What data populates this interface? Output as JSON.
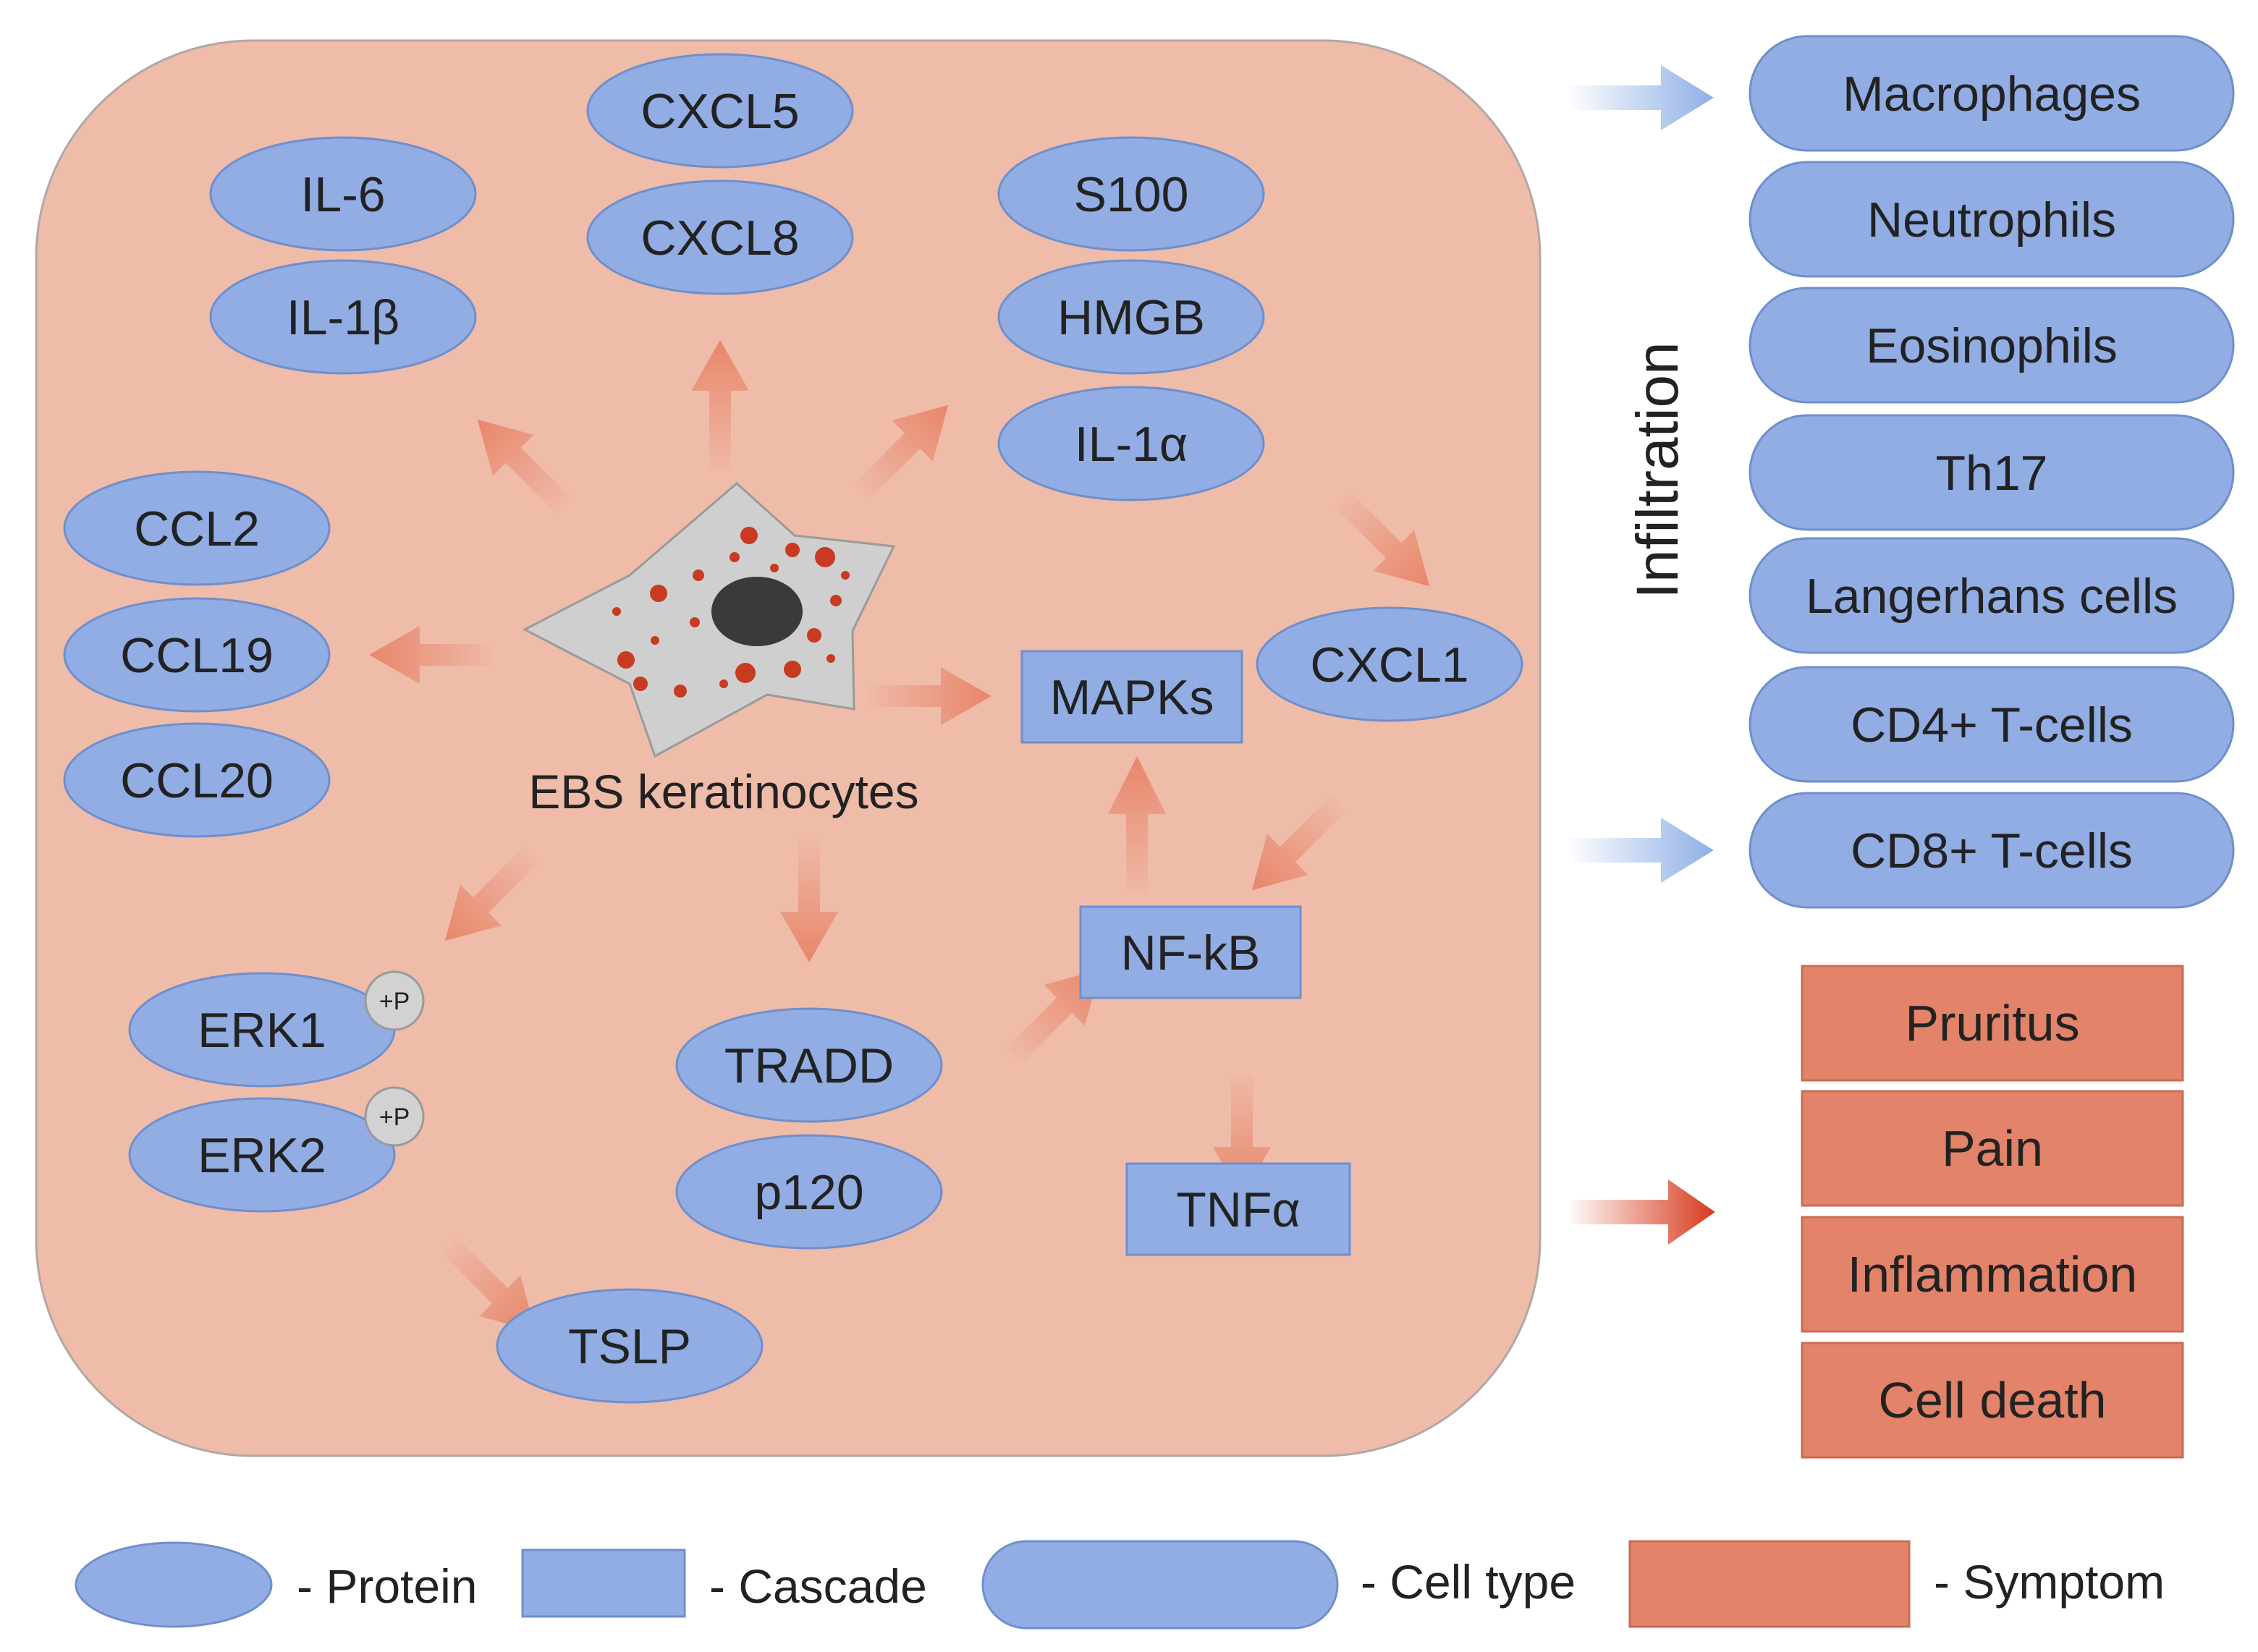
{
  "colors": {
    "panel_fill": "#efbcaa",
    "panel_stroke": "#b0a8a6",
    "node_fill": "#91ade4",
    "node_stroke": "#6f8fcc",
    "symptom_fill": "#e2836a",
    "symptom_stroke": "#c96c54",
    "arrow_salmon": "#e8866a",
    "arrow_blue": "#8eb0e6",
    "arrow_red": "#d63a1c",
    "cell_fill": "#cfcfcf",
    "cell_stroke": "#9a9a9a",
    "nucleus_fill": "#3a3a3a",
    "granule_fill": "#c83a22",
    "phospho_fill": "#d2d2d2"
  },
  "center_cell": {
    "label": "EBS keratinocytes"
  },
  "proteins": {
    "cxcl5": "CXCL5",
    "cxcl8": "CXCL8",
    "il6": "IL-6",
    "il1b": "IL-1β",
    "s100": "S100",
    "hmgb": "HMGB",
    "il1a": "IL-1α",
    "ccl2": "CCL2",
    "ccl19": "CCL19",
    "ccl20": "CCL20",
    "cxcl1": "CXCL1",
    "erk1": "ERK1",
    "erk2": "ERK2",
    "tradd": "TRADD",
    "p120": "p120",
    "tslp": "TSLP"
  },
  "phospho_label": "+P",
  "cascades": {
    "mapks": "MAPKs",
    "nfkb": "NF-kB",
    "tnfa": "TNFα"
  },
  "infiltration_label": "Infiltration",
  "cell_types": [
    "Macrophages",
    "Neutrophils",
    "Eosinophils",
    "Th17",
    "Langerhans cells",
    "CD4+ T-cells",
    "CD8+ T-cells"
  ],
  "symptoms": [
    "Pruritus",
    "Pain",
    "Inflammation",
    "Cell death"
  ],
  "legend": {
    "protein": "- Protein",
    "cascade": "- Cascade",
    "cell_type": "- Cell type",
    "symptom": "- Symptom"
  }
}
